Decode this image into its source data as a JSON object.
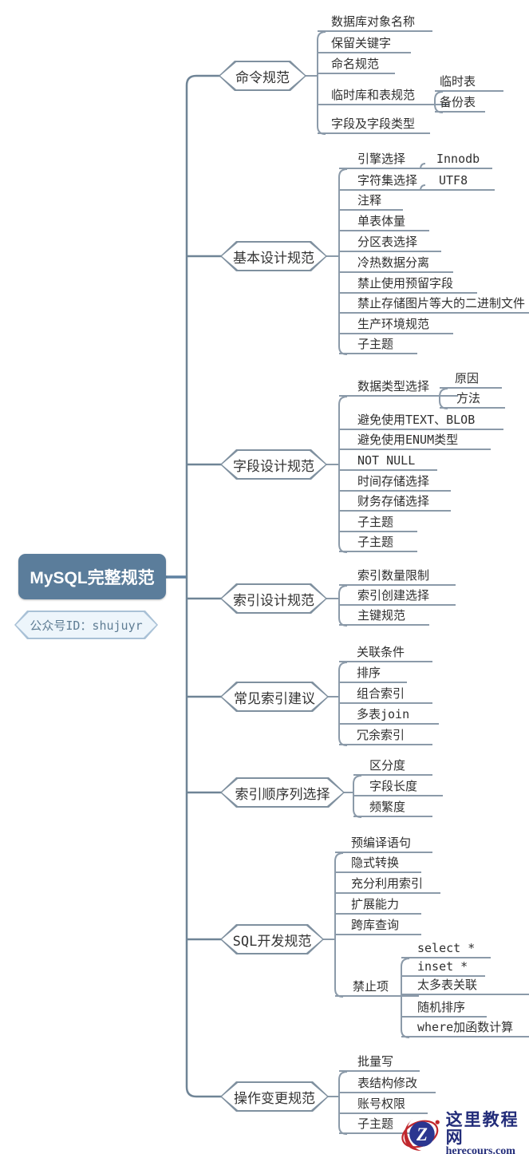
{
  "root": {
    "label": "MySQL完整规范"
  },
  "badge": {
    "label": "公众号ID：shujuyr"
  },
  "branches": [
    {
      "label": "命令规范",
      "children": [
        {
          "label": "数据库对象名称"
        },
        {
          "label": "保留关键字"
        },
        {
          "label": "命名规范"
        },
        {
          "label": "临时库和表规范",
          "children": [
            {
              "label": "临时表"
            },
            {
              "label": "备份表"
            }
          ]
        },
        {
          "label": "字段及字段类型"
        }
      ]
    },
    {
      "label": "基本设计规范",
      "children": [
        {
          "label": "引擎选择",
          "children": [
            {
              "label": "Innodb"
            }
          ]
        },
        {
          "label": "字符集选择",
          "children": [
            {
              "label": "UTF8"
            }
          ]
        },
        {
          "label": "注释"
        },
        {
          "label": "单表体量"
        },
        {
          "label": "分区表选择"
        },
        {
          "label": "冷热数据分离"
        },
        {
          "label": "禁止使用预留字段"
        },
        {
          "label": "禁止存储图片等大的二进制文件"
        },
        {
          "label": "生产环境规范"
        },
        {
          "label": "子主题"
        }
      ]
    },
    {
      "label": "字段设计规范",
      "children": [
        {
          "label": "数据类型选择",
          "children": [
            {
              "label": "原因"
            },
            {
              "label": "方法"
            }
          ]
        },
        {
          "label": "避免使用TEXT、BLOB"
        },
        {
          "label": "避免使用ENUM类型"
        },
        {
          "label": "NOT NULL"
        },
        {
          "label": "时间存储选择"
        },
        {
          "label": "财务存储选择"
        },
        {
          "label": "子主题"
        },
        {
          "label": "子主题"
        }
      ]
    },
    {
      "label": "索引设计规范",
      "children": [
        {
          "label": "索引数量限制"
        },
        {
          "label": "索引创建选择"
        },
        {
          "label": "主键规范"
        }
      ]
    },
    {
      "label": "常见索引建议",
      "children": [
        {
          "label": "关联条件"
        },
        {
          "label": "排序"
        },
        {
          "label": "组合索引"
        },
        {
          "label": "多表join"
        },
        {
          "label": "冗余索引"
        }
      ]
    },
    {
      "label": "索引顺序列选择",
      "children": [
        {
          "label": "区分度"
        },
        {
          "label": "字段长度"
        },
        {
          "label": "频繁度"
        }
      ]
    },
    {
      "label": "SQL开发规范",
      "children": [
        {
          "label": "预编译语句"
        },
        {
          "label": "隐式转换"
        },
        {
          "label": "充分利用索引"
        },
        {
          "label": "扩展能力"
        },
        {
          "label": "跨库查询"
        },
        {
          "label": "禁止项",
          "children": [
            {
              "label": "select *"
            },
            {
              "label": "inset *"
            },
            {
              "label": "太多表关联"
            },
            {
              "label": "随机排序"
            },
            {
              "label": "where加函数计算"
            }
          ]
        }
      ]
    },
    {
      "label": "操作变更规范",
      "children": [
        {
          "label": "批量写"
        },
        {
          "label": "表结构修改"
        },
        {
          "label": "账号权限"
        },
        {
          "label": "子主题"
        }
      ]
    }
  ],
  "watermark": {
    "site_name": "这里教程网",
    "site_url": "herecours.com",
    "logo_letter": "Z"
  },
  "colors": {
    "root_bg": "#5b7d9b",
    "branch_border": "#7f909f",
    "line": "#8b9aa9",
    "trunk": "#6f8496",
    "badge_fill": "#edf5fb",
    "watermark_navy": "#232d7a",
    "watermark_red": "#c0272d"
  }
}
